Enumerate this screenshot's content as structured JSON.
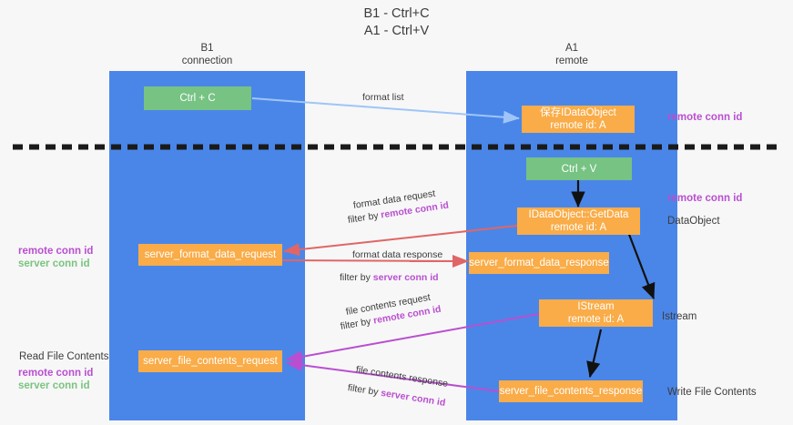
{
  "title": {
    "line1": "B1 - Ctrl+C",
    "line2": "A1 - Ctrl+V"
  },
  "columns": [
    {
      "id": "b1",
      "name": "B1",
      "role": "connection"
    },
    {
      "id": "a1",
      "name": "A1",
      "role": "remote"
    }
  ],
  "boxes": {
    "ctrl_c": {
      "label": "Ctrl + C",
      "color": "#76c383"
    },
    "ctrl_v": {
      "label": "Ctrl + V",
      "color": "#76c383"
    },
    "save_dataobject": {
      "line1": "保存IDataObject",
      "line2": "remote id: A",
      "color": "#f9ac48"
    },
    "getdata": {
      "line1": "IDataObject::GetData",
      "line2": "remote id: A",
      "color": "#f9ac48"
    },
    "istream": {
      "line1": "IStream",
      "line2": "remote id: A",
      "color": "#f9ac48"
    },
    "server_format_data_request": {
      "label": "server_format_data_request",
      "color": "#f9ac48"
    },
    "server_format_data_response": {
      "label": "server_format_data_response",
      "color": "#f9ac48"
    },
    "server_file_contents_request": {
      "label": "server_file_contents_request",
      "color": "#f9ac48"
    },
    "server_file_contents_response": {
      "label": "server_file_contents_response",
      "color": "#f9ac48"
    }
  },
  "edges": {
    "format_list": {
      "label": "format list",
      "color": "#9fc5f8"
    },
    "format_data_request": {
      "label": "format data request",
      "filter_prefix": "filter by ",
      "filter_key": "remote conn id",
      "color": "#e06666"
    },
    "format_data_response": {
      "label": "format data response",
      "filter_prefix": "filter by ",
      "filter_key": "server conn id",
      "color": "#e06666"
    },
    "file_contents_request": {
      "label": "file contents request",
      "filter_prefix": "filter by ",
      "filter_key": "remote conn id",
      "color": "#b94fd0"
    },
    "file_contents_response": {
      "label": "file contents response",
      "filter_prefix": "filter by ",
      "filter_key": "server conn id",
      "color": "#b94fd0"
    }
  },
  "side_labels": {
    "right_top_conn": "remote conn id",
    "right_mid_conn": "remote conn id",
    "right_dataobject": "DataObject",
    "right_istream": "Istream",
    "right_write_file": "Write File Contents",
    "left_read_file": "Read File Contents",
    "left_mid_remote": "remote conn id",
    "left_mid_server": "server conn id",
    "left_bottom_remote": "remote conn id",
    "left_bottom_server": "server conn id"
  },
  "colors": {
    "lane": "#4a86e8",
    "green_box": "#76c383",
    "orange_box": "#f9ac48",
    "remote_conn_id": "#b94fd0",
    "server_conn_id_green": "#7ac47f",
    "server_conn_id_purple": "#b94fd0",
    "divider": "#1a1a1a",
    "background": "#f7f7f7"
  }
}
